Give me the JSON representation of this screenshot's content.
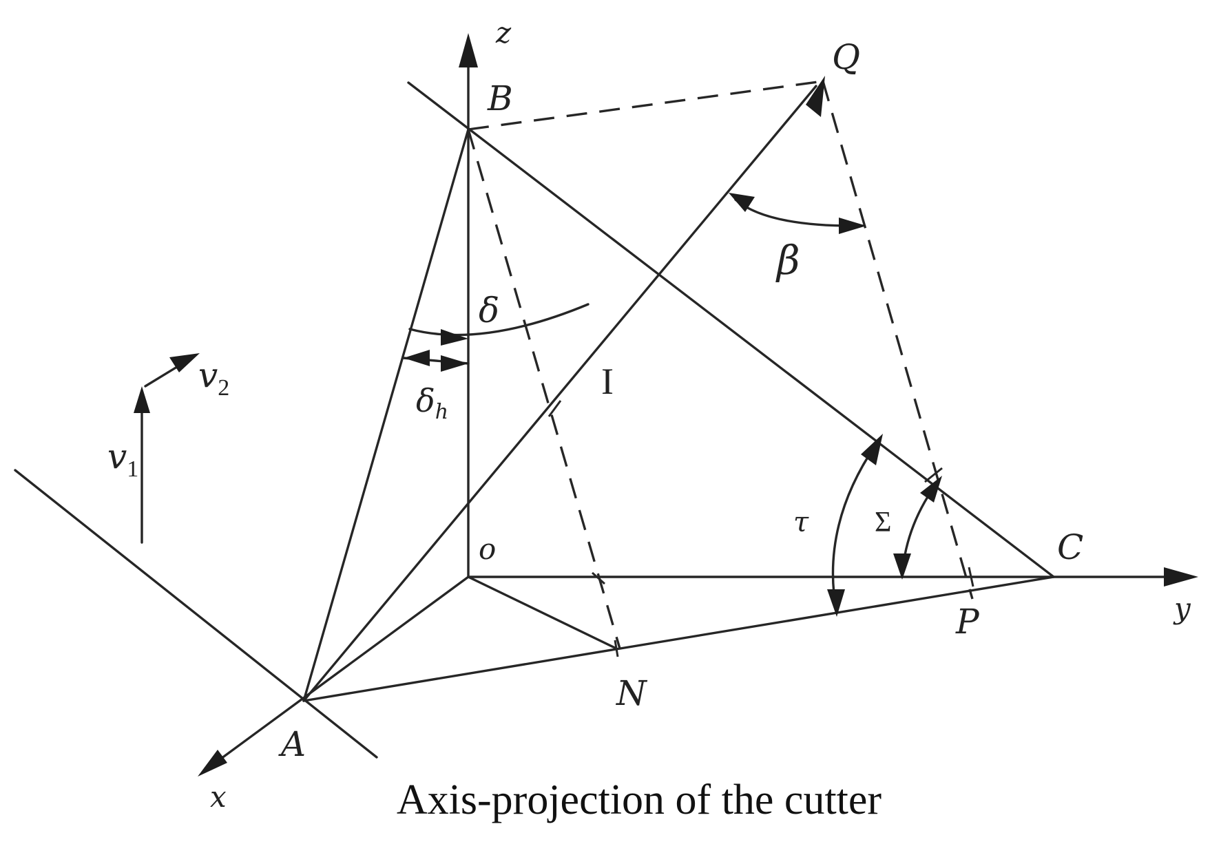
{
  "labels": {
    "z": "z",
    "Q": "Q",
    "B": "B",
    "beta": "β",
    "delta": "δ",
    "delta_h": "δ",
    "delta_h_sub": "h",
    "I": "I",
    "v2": "v",
    "v2_sub": "2",
    "v1": "v",
    "v1_sub": "1",
    "o": "o",
    "tau": "τ",
    "Sigma": "Σ",
    "C": "C",
    "y": "y",
    "P": "P",
    "N": "N",
    "A": "A",
    "x": "x"
  },
  "caption": "Axis-projection of the cutter"
}
